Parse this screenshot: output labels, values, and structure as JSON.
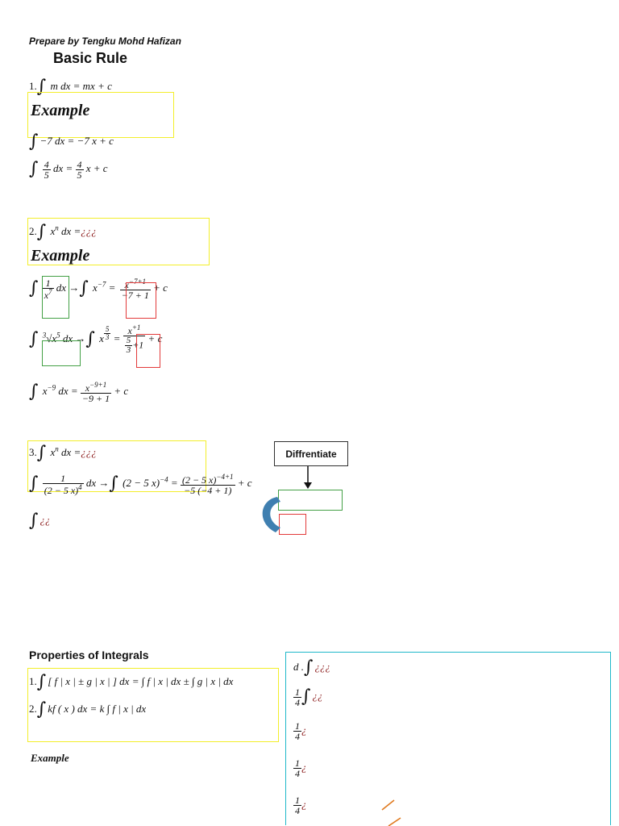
{
  "author": "Prepare by Tengku Mohd Hafizan",
  "title": "Basic Rule",
  "rule1": {
    "num": "1.",
    "lhs": "m dx",
    "rhs": "mx + c"
  },
  "example_label": "Example",
  "ex1": {
    "lhs": "−7 dx",
    "rhs": "−7 x + c"
  },
  "ex2": {
    "frac_num": "4",
    "frac_den": "5",
    "mid": "dx =",
    "rhs": "x + c"
  },
  "rule2": {
    "num": "2.",
    "lhs_base": "x",
    "lhs_exp": "n",
    "mid": "dx =",
    "garbled": "¿¿¿"
  },
  "ex3": {
    "frac_num": "1",
    "frac_den_base": "x",
    "frac_den_exp": "7",
    "dx_arrow": "dx →",
    "power_base": "x",
    "power_exp": "−7",
    "res_num_base": "x",
    "res_num_exp": "−7+1",
    "res_den": "−7 + 1",
    "tail": "+ c"
  },
  "ex4": {
    "root_index": "3",
    "root_body": "√x",
    "root_exp": "5",
    "dx_arrow": "dx →",
    "power_base": "x",
    "pow_frac_num": "5",
    "pow_frac_den": "3",
    "res_num_base": "x",
    "res_num_exp": "+1",
    "res_den_frac_num": "5",
    "res_den_frac_den": "3",
    "res_den_tail": "+1",
    "tail": "+ c"
  },
  "ex5": {
    "base": "x",
    "exp": "−9",
    "mid": "dx =",
    "res_num_base": "x",
    "res_num_exp": "−9+1",
    "res_den": "−9 + 1",
    "tail": "+ c"
  },
  "rule3": {
    "num": "3.",
    "lhs_base": "x",
    "lhs_exp": "n",
    "mid": "dx =",
    "garbled": "¿¿¿"
  },
  "ex6": {
    "frac_num": "1",
    "frac_den": "(2 − 5 x)",
    "frac_den_exp": "4",
    "dx_arrow": "dx →",
    "power": "(2 − 5 x)",
    "power_exp": "−4",
    "res_num": "(2 − 5 x)",
    "res_num_exp": "−4+1",
    "res_den": "−5 (−4 + 1)",
    "tail": "+ c"
  },
  "ex7": {
    "garbled": "¿¿"
  },
  "differentiate_label": "Diffrentiate",
  "properties": {
    "heading": "Properties of Integrals",
    "p1": {
      "num": "1.",
      "text": "[ f | x | ± g | x | ] dx = ∫ f | x | dx ± ∫ g | x | dx"
    },
    "p2": {
      "num": "2.",
      "text": "kf ( x ) dx = k ∫ f | x | dx"
    },
    "example": "Example"
  },
  "right_panel": {
    "line1_prefix": "d .",
    "line1_garbled": "¿¿¿",
    "frac_num": "1",
    "frac_den": "4",
    "line2_garbled": "¿¿",
    "line3_garbled": "¿",
    "line4_garbled": "¿",
    "line5_garbled": "¿"
  },
  "colors": {
    "highlight_box": "#f3ee2a",
    "green_box": "#43a045",
    "red_box": "#e23a3a",
    "cyan_box": "#1fb8c9",
    "arrow_blue": "#3f7fb0",
    "garbled_text": "#8b1a1a",
    "pen_orange": "#e07a1f"
  }
}
